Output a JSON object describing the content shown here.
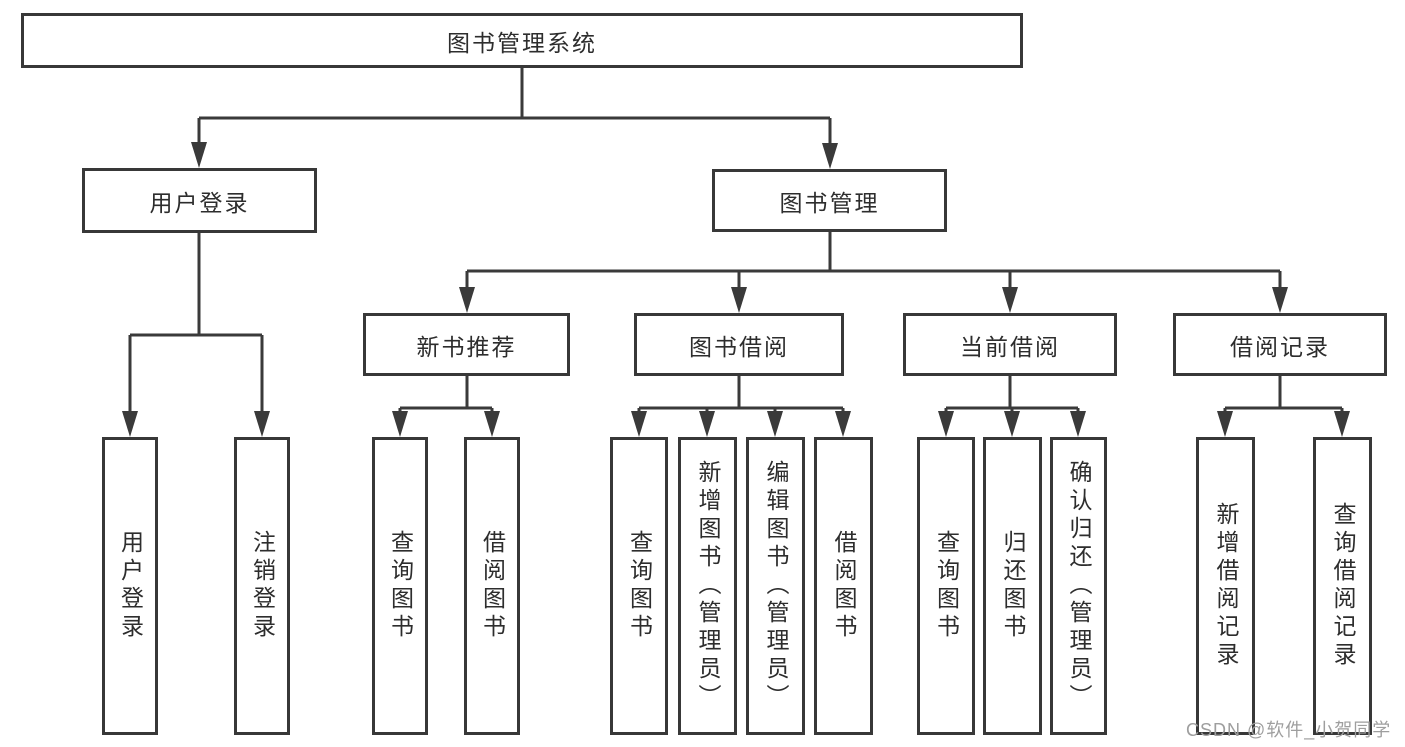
{
  "tree": {
    "label": "图书管理系统",
    "children": [
      {
        "label": "用户登录",
        "children": [
          {
            "label": "用户登录"
          },
          {
            "label": "注销登录"
          }
        ]
      },
      {
        "label": "图书管理",
        "children": [
          {
            "label": "新书推荐",
            "children": [
              {
                "label": "查询图书"
              },
              {
                "label": "借阅图书"
              }
            ]
          },
          {
            "label": "图书借阅",
            "children": [
              {
                "label": "查询图书"
              },
              {
                "label": "新增图书（管理员）"
              },
              {
                "label": "编辑图书（管理员）"
              },
              {
                "label": "借阅图书"
              }
            ]
          },
          {
            "label": "当前借阅",
            "children": [
              {
                "label": "查询图书"
              },
              {
                "label": "归还图书"
              },
              {
                "label": "确认归还（管理员）"
              }
            ]
          },
          {
            "label": "借阅记录",
            "children": [
              {
                "label": "新增借阅记录"
              },
              {
                "label": "查询借阅记录"
              }
            ]
          }
        ]
      }
    ]
  },
  "watermark": {
    "text": "CSDN @软件_小贺同学"
  },
  "colors": {
    "line": "#3a3a3a",
    "border": "#383838",
    "text": "#2d2d2d",
    "watermark": "#9e9e9e",
    "background": "#ffffff"
  }
}
